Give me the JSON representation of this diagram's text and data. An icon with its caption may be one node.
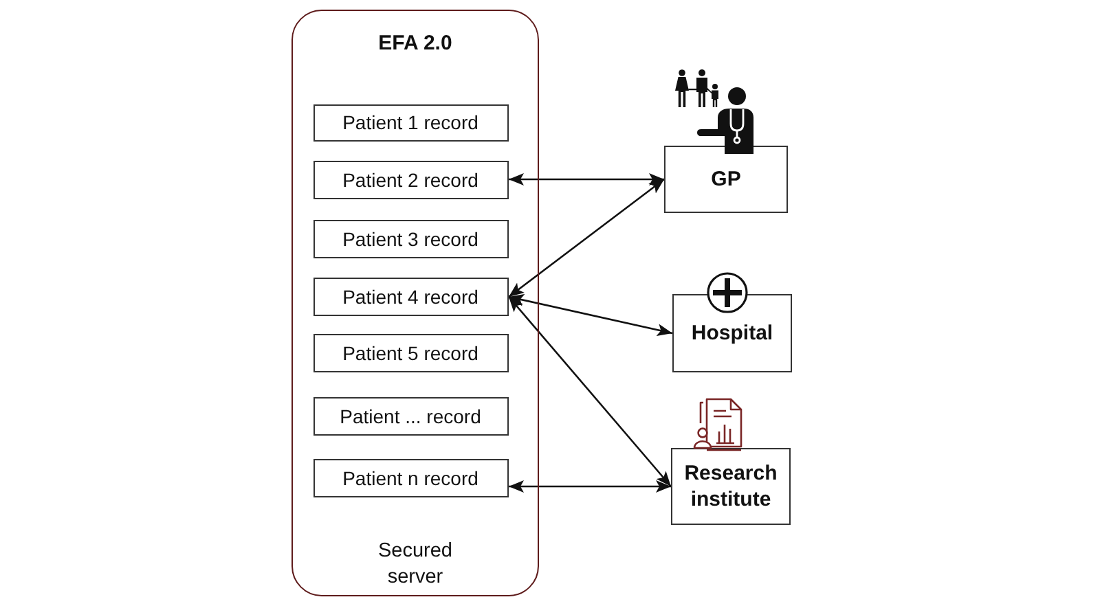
{
  "diagram": {
    "nodes": [
      {
        "text": [
          "EFA 2.0",
          "Secured server"
        ]
      },
      {
        "text": [
          "Patient 1 record"
        ],
        "in": 0
      },
      {
        "text": [
          "Patient 2 record"
        ],
        "in": 0
      },
      {
        "text": [
          "Patient 3 record"
        ],
        "in": 0
      },
      {
        "text": [
          "Patient 4 record"
        ],
        "in": 0
      },
      {
        "text": [
          "Patient 5 record"
        ],
        "in": 0
      },
      {
        "text": [
          "Patient ... record"
        ],
        "in": 0
      },
      {
        "text": [
          "Patient n record"
        ],
        "in": 0
      },
      {
        "text": [
          "GP"
        ]
      },
      {
        "text": [
          "Hospital"
        ]
      },
      {
        "text": [
          "Research institute"
        ]
      }
    ],
    "edges": [
      {
        "from": 2,
        "to": 8,
        "arrow": "both"
      },
      {
        "from": 4,
        "to": 8,
        "arrow": "both"
      },
      {
        "from": 4,
        "to": 9,
        "arrow": "both"
      },
      {
        "from": 4,
        "to": 10,
        "arrow": "both"
      },
      {
        "from": 7,
        "to": 10,
        "arrow": "both"
      }
    ]
  }
}
